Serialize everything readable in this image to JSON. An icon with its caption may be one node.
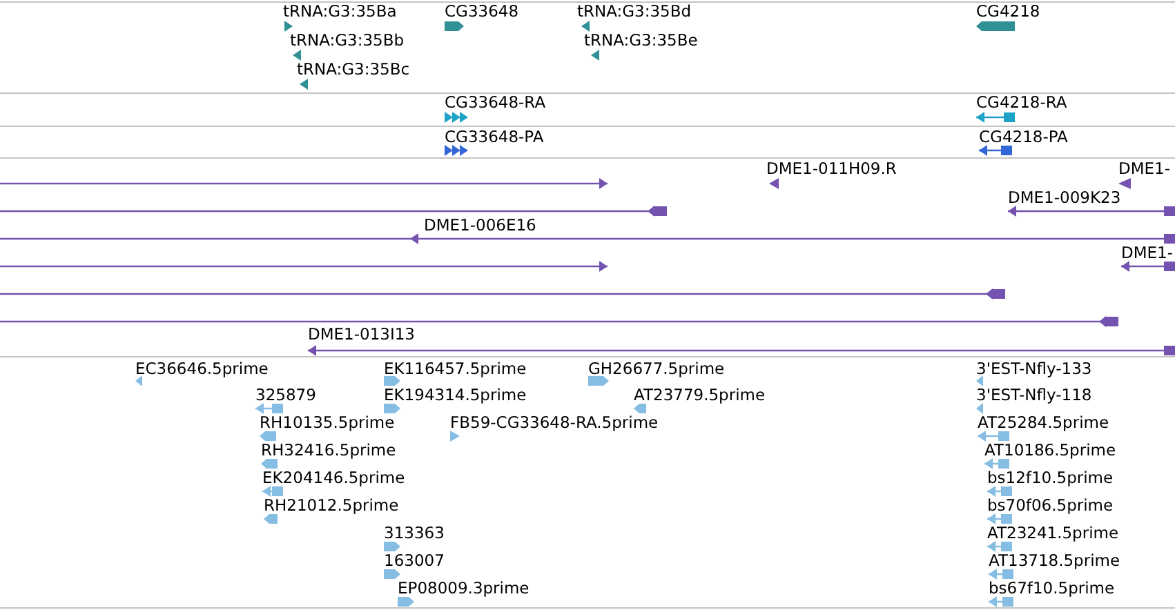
{
  "diagram": {
    "labels": [
      "tRNA:G3:35Ba",
      "CG33648",
      "tRNA:G3:35Bd",
      "CG4218",
      "tRNA:G3:35Bb",
      "tRNA:G3:35Be",
      "tRNA:G3:35Bc",
      "CG33648-RA",
      "CG4218-RA",
      "CG33648-PA",
      "CG4218-PA",
      "DME1-011H09.R",
      "DME1-",
      "DME1-009K23",
      "DME1-006E16",
      "DME1-",
      "DME1-013I13",
      "EC36646.5prime",
      "EK116457.5prime",
      "GH26677.5prime",
      "3'EST-Nfly-133",
      "325879",
      "EK194314.5prime",
      "AT23779.5prime",
      "3'EST-Nfly-118",
      "RH10135.5prime",
      "FB59-CG33648-RA.5prime",
      "AT25284.5prime",
      "RH32416.5prime",
      "AT10186.5prime",
      "EK204146.5prime",
      "bs12f10.5prime",
      "RH21012.5prime",
      "bs70f06.5prime",
      "313363",
      "AT23241.5prime",
      "163007",
      "AT13718.5prime",
      "EP08009.3prime",
      "bs67f10.5prime"
    ]
  }
}
